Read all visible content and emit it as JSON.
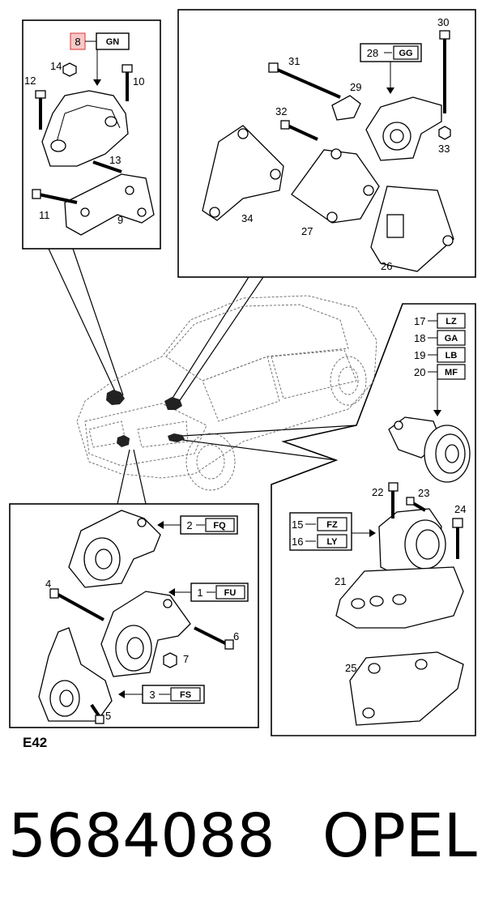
{
  "figure_code": "E42",
  "part_number": "5684088",
  "brand": "OPEL",
  "callouts": {
    "c8": {
      "number": "8",
      "code": "GN"
    },
    "c28": {
      "number": "28",
      "code": "GG"
    },
    "c17": {
      "number": "17",
      "code": "LZ"
    },
    "c18": {
      "number": "18",
      "code": "GA"
    },
    "c19": {
      "number": "19",
      "code": "LB"
    },
    "c20": {
      "number": "20",
      "code": "MF"
    },
    "c15": {
      "number": "15",
      "code": "FZ"
    },
    "c16": {
      "number": "16",
      "code": "LY"
    },
    "c2": {
      "number": "2",
      "code": "FQ"
    },
    "c1": {
      "number": "1",
      "code": "FU"
    },
    "c3": {
      "number": "3",
      "code": "FS"
    }
  },
  "labels": {
    "n5": "5",
    "n4": "4",
    "n6": "6",
    "n7": "7",
    "n9": "9",
    "n10": "10",
    "n11": "11",
    "n12": "12",
    "n13": "13",
    "n14": "14",
    "n21": "21",
    "n22": "22",
    "n23": "23",
    "n24": "24",
    "n25": "25",
    "n26": "26",
    "n27": "27",
    "n29": "29",
    "n30": "30",
    "n31": "31",
    "n32": "32",
    "n33": "33",
    "n34": "34"
  },
  "colors": {
    "highlight_box": "#f7c8c8",
    "highlight_border": "#d33"
  }
}
